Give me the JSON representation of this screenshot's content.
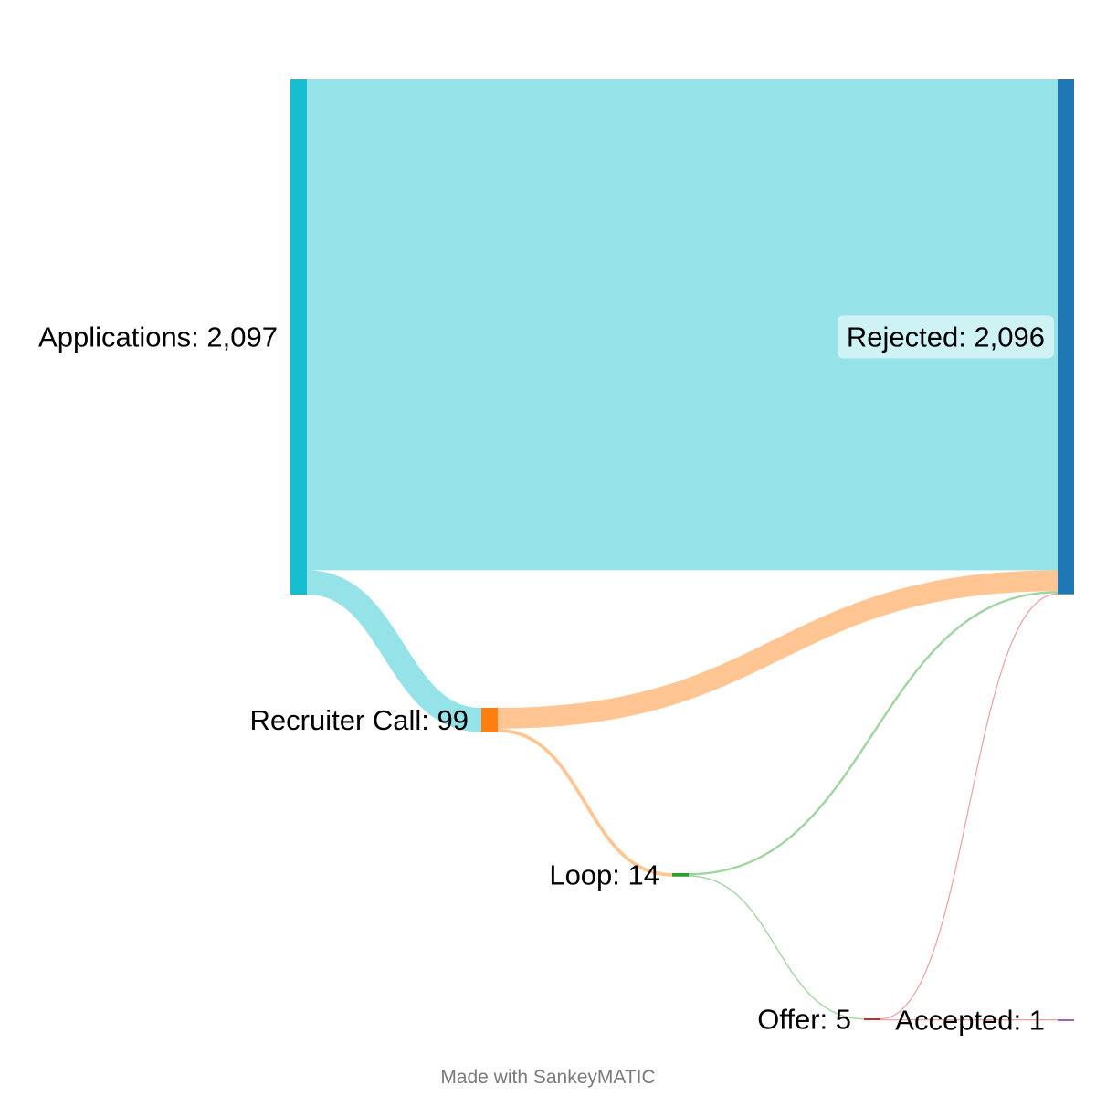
{
  "chart_data": {
    "type": "sankey",
    "nodes": [
      {
        "id": "applications",
        "name": "Applications",
        "value": 2097,
        "label": "Applications: 2,097",
        "color": "#17becf"
      },
      {
        "id": "recruiter_call",
        "name": "Recruiter Call",
        "value": 99,
        "label": "Recruiter Call: 99",
        "color": "#ff7f0e"
      },
      {
        "id": "loop",
        "name": "Loop",
        "value": 14,
        "label": "Loop: 14",
        "color": "#2ca02c"
      },
      {
        "id": "offer",
        "name": "Offer",
        "value": 5,
        "label": "Offer: 5",
        "color": "#d62728"
      },
      {
        "id": "accepted",
        "name": "Accepted",
        "value": 1,
        "label": "Accepted: 1",
        "color": "#9467bd"
      },
      {
        "id": "rejected",
        "name": "Rejected",
        "value": 2096,
        "label": "Rejected: 2,096",
        "color": "#1f77b4"
      }
    ],
    "links": [
      {
        "source": "applications",
        "target": "rejected",
        "value": 1998
      },
      {
        "source": "applications",
        "target": "recruiter_call",
        "value": 99
      },
      {
        "source": "recruiter_call",
        "target": "rejected",
        "value": 85
      },
      {
        "source": "recruiter_call",
        "target": "loop",
        "value": 14
      },
      {
        "source": "loop",
        "target": "rejected",
        "value": 9
      },
      {
        "source": "loop",
        "target": "offer",
        "value": 5
      },
      {
        "source": "offer",
        "target": "rejected",
        "value": 4
      },
      {
        "source": "offer",
        "target": "accepted",
        "value": 1
      }
    ]
  },
  "footer": {
    "credit": "Made with SankeyMATIC"
  }
}
